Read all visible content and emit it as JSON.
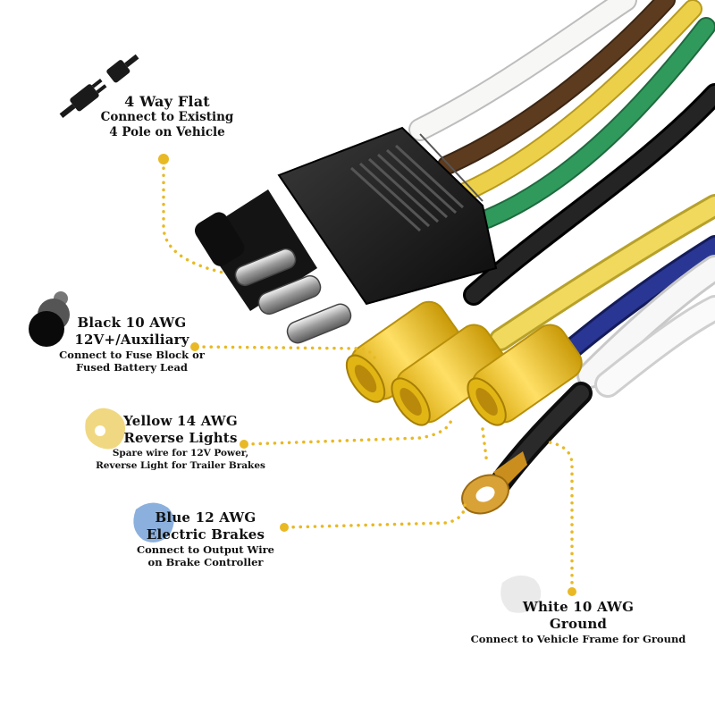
{
  "callouts": {
    "flat4": {
      "title": "4 Way Flat",
      "line1": "Connect to Existing",
      "line2": "4 Pole on Vehicle",
      "icon": "plug-icon"
    },
    "black": {
      "title": "Black 10 AWG",
      "subtitle": "12V+/Auxiliary",
      "line1": "Connect to Fuse Block or",
      "line2": "Fused Battery Lead",
      "swatch": "#1a1a1a"
    },
    "yellow": {
      "title": "Yellow 14 AWG",
      "subtitle": "Reverse Lights",
      "line1": "Spare wire for 12V Power,",
      "line2": "Reverse Light for Trailer Brakes",
      "swatch": "#f3dc86"
    },
    "blue": {
      "title": "Blue 12 AWG",
      "subtitle": "Electric Brakes",
      "line1": "Connect to Output Wire",
      "line2": "on Brake Controller",
      "swatch": "#8fb3e0"
    },
    "white": {
      "title": "White 10 AWG",
      "subtitle": "Ground",
      "line1": "Connect to Vehicle Frame for Ground",
      "swatch": "#e9e9e9"
    }
  },
  "colors": {
    "leader": "#e8b925",
    "connector": "#1c1c1c",
    "wire_white": "#f4f4f2",
    "wire_brown": "#5a3a1e",
    "wire_yellow": "#e8c93a",
    "wire_green": "#2e8f55",
    "wire_black": "#151515",
    "wire_blue": "#24308a",
    "terminal_yellow": "#f2c81c"
  }
}
